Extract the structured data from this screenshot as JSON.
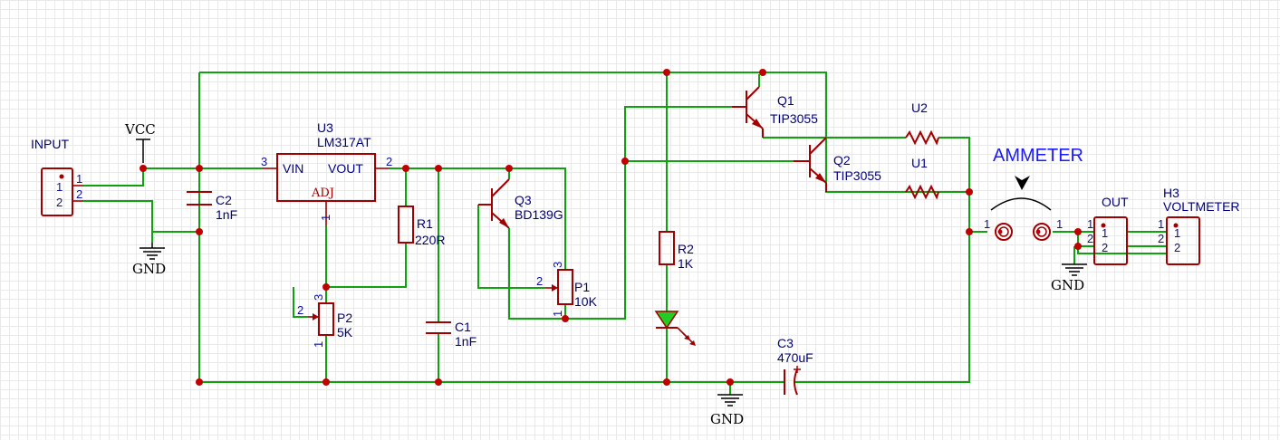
{
  "labels": {
    "ammeter": "AMMETER",
    "vcc": "VCC",
    "gnd_left": "GND",
    "gnd_bottom": "GND",
    "gnd_right": "GND"
  },
  "connectors": {
    "input": {
      "name": "INPUT",
      "pins": [
        "1",
        "2"
      ]
    },
    "out": {
      "name": "OUT",
      "pins": [
        "1",
        "2"
      ]
    },
    "h3": {
      "ref": "H3",
      "name": "VOLTMETER",
      "pins": [
        "1",
        "2"
      ]
    }
  },
  "regulator": {
    "ref": "U3",
    "value": "LM317AT",
    "vin": "VIN",
    "vout": "VOUT",
    "adj": "ADJ",
    "pin_vin": "3",
    "pin_vout": "2",
    "pin_adj": "1"
  },
  "capacitors": {
    "c1": {
      "ref": "C1",
      "value": "1nF"
    },
    "c2": {
      "ref": "C2",
      "value": "1nF"
    },
    "c3": {
      "ref": "C3",
      "value": "470uF"
    }
  },
  "resistors": {
    "r1": {
      "ref": "R1",
      "value": "220R"
    },
    "r2": {
      "ref": "R2",
      "value": "1K"
    },
    "u1": {
      "ref": "U1"
    },
    "u2": {
      "ref": "U2"
    }
  },
  "pots": {
    "p1": {
      "ref": "P1",
      "value": "10K",
      "pin1": "1",
      "pin2": "2",
      "pin3": "3"
    },
    "p2": {
      "ref": "P2",
      "value": "5K",
      "pin1": "1",
      "pin2": "2",
      "pin3": "3"
    }
  },
  "transistors": {
    "q1": {
      "ref": "Q1",
      "value": "TIP3055"
    },
    "q2": {
      "ref": "Q2",
      "value": "TIP3055"
    },
    "q3": {
      "ref": "Q3",
      "value": "BD139G"
    }
  },
  "test_points": {
    "left_pin": "1",
    "right_pin": "1"
  }
}
